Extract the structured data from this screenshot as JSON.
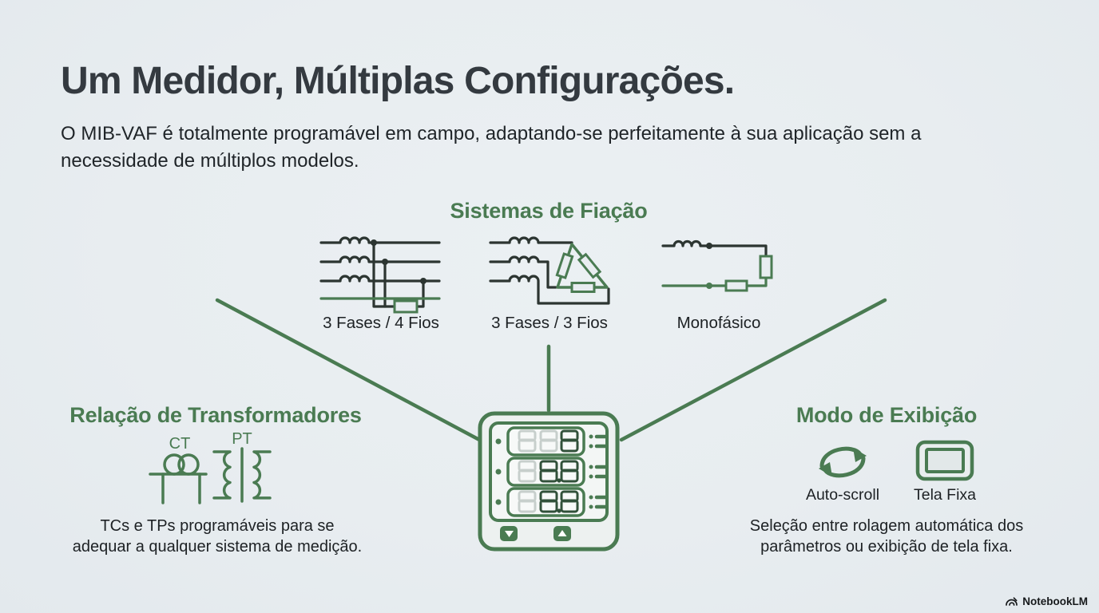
{
  "slide": {
    "title": "Um Medidor, Múltiplas Configurações.",
    "subtitle_lines": [
      "O MIB-VAF é totalmente programável em campo, adaptando-se perfeitamente à sua aplicação sem a",
      "necessidade de múltiplos modelos."
    ]
  },
  "wiring_section": {
    "title": "Sistemas de Fiação",
    "diagrams": [
      {
        "label": "3 Fases / 4 Fios",
        "icon": "three-phase-four-wire-diagram"
      },
      {
        "label": "3 Fases / 3 Fios",
        "icon": "three-phase-three-wire-delta-diagram"
      },
      {
        "label": "Monofásico",
        "icon": "single-phase-diagram"
      }
    ]
  },
  "transformer_section": {
    "title": "Relação de Transformadores",
    "ct_label": "CT",
    "pt_label": "PT",
    "description_lines": [
      "TCs e TPs programáveis para se",
      "adequar a qualquer sistema de medição."
    ]
  },
  "display_mode_section": {
    "title": "Modo de Exibição",
    "options": [
      {
        "label": "Auto-scroll",
        "icon": "auto-scroll-loop-icon"
      },
      {
        "label": "Tela Fixa",
        "icon": "fixed-screen-icon"
      }
    ],
    "description_lines": [
      "Seleção entre rolagem automática dos",
      "parâmetros ou exibição de tela fixa."
    ]
  },
  "meter": {
    "icon": "panel-meter-illustration",
    "display_rows": [
      "888",
      "88.8",
      "88.8"
    ],
    "buttons": [
      {
        "name": "down",
        "symbol": "▼"
      },
      {
        "name": "up",
        "symbol": "▲"
      }
    ]
  },
  "footer": {
    "brand": "NotebookLM"
  },
  "colors": {
    "background": "#e8edf0",
    "accent_green": "#4a7b52",
    "diagram_dark": "#2c3531",
    "title_text": "#343a40",
    "body_text": "#1f2428"
  }
}
